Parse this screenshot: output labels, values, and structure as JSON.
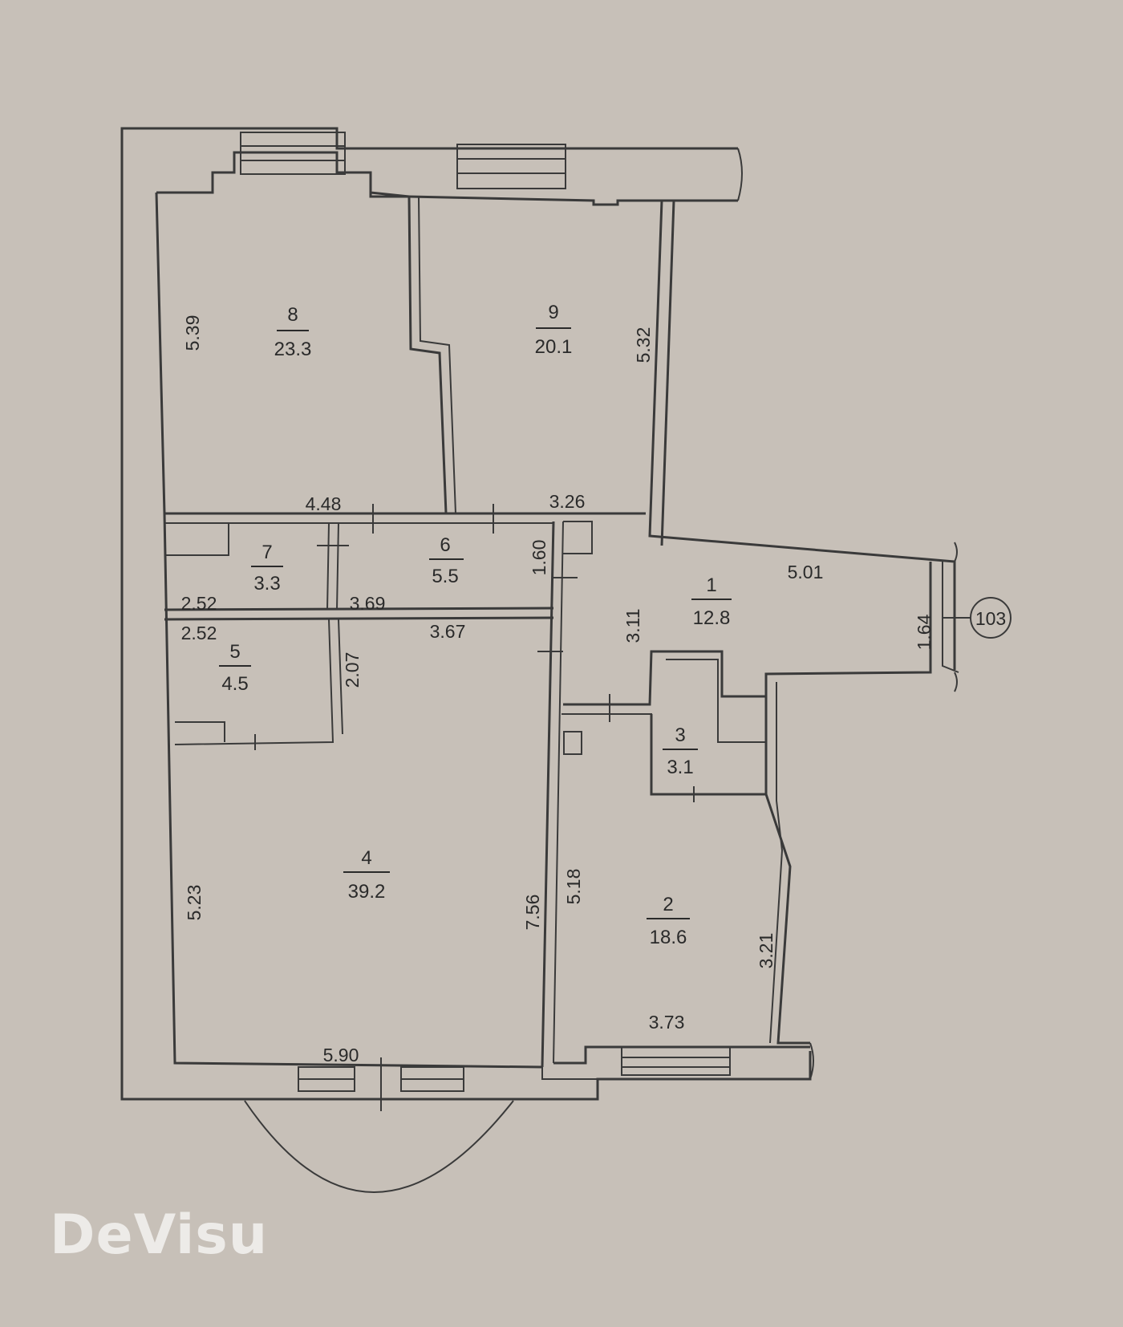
{
  "apartment_number": "103",
  "rooms": [
    {
      "id": "8",
      "area": "23.3"
    },
    {
      "id": "9",
      "area": "20.1"
    },
    {
      "id": "7",
      "area": "3.3"
    },
    {
      "id": "6",
      "area": "5.5"
    },
    {
      "id": "1",
      "area": "12.8"
    },
    {
      "id": "5",
      "area": "4.5"
    },
    {
      "id": "3",
      "area": "3.1"
    },
    {
      "id": "4",
      "area": "39.2"
    },
    {
      "id": "2",
      "area": "18.6"
    }
  ],
  "dimensions": [
    "5.39",
    "5.32",
    "4.48",
    "3.26",
    "5.01",
    "1.64",
    "2.52",
    "3.69",
    "2.52",
    "3.67",
    "1.60",
    "3.11",
    "2.07",
    "5.23",
    "7.56",
    "5.18",
    "3.21",
    "3.73",
    "5.90"
  ],
  "watermark": "DeVisu",
  "colors": {
    "paper": "#c7c0b8",
    "ink": "#3a3a3a",
    "watermark": "#f2f0ee"
  }
}
